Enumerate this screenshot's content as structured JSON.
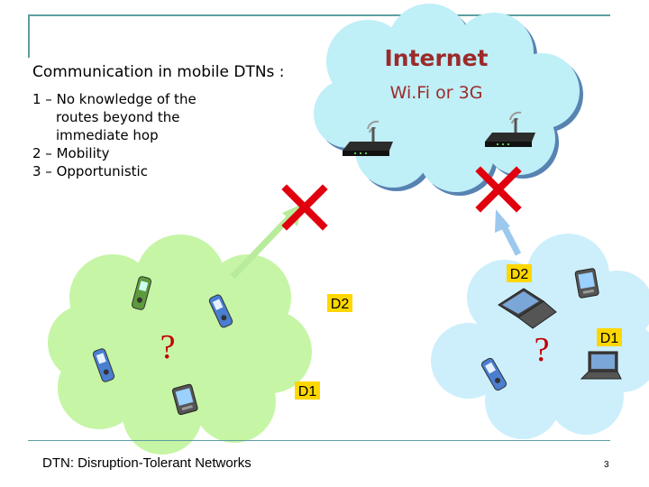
{
  "title": "Communication in mobile DTNs :",
  "list": [
    {
      "num": "1 –",
      "lines": [
        "No knowledge of the",
        "routes beyond the",
        "immediate hop"
      ]
    },
    {
      "num": "2 –",
      "lines": [
        "Mobility"
      ]
    },
    {
      "num": "3 –",
      "lines": [
        "Opportunistic"
      ]
    }
  ],
  "internet": {
    "title": "Internet",
    "subtitle": "Wi.Fi or 3G"
  },
  "labels": {
    "d2_left": "D2",
    "d2_right": "D2",
    "d1_left": "D1",
    "d1_right": "D1",
    "question_left": "?",
    "question_right": "?"
  },
  "footer": "DTN: Disruption-Tolerant Networks",
  "page_number": "3",
  "colors": {
    "internet_cloud": "#bfeff7",
    "left_cloud": "#c6f5a6",
    "right_cloud": "#cdeffc",
    "cross": "#e0000e",
    "arrow_left": "#b8ec9c",
    "arrow_right": "#9cc8ee",
    "label_box": "#ffd700",
    "frame": "#5f9ea0"
  }
}
